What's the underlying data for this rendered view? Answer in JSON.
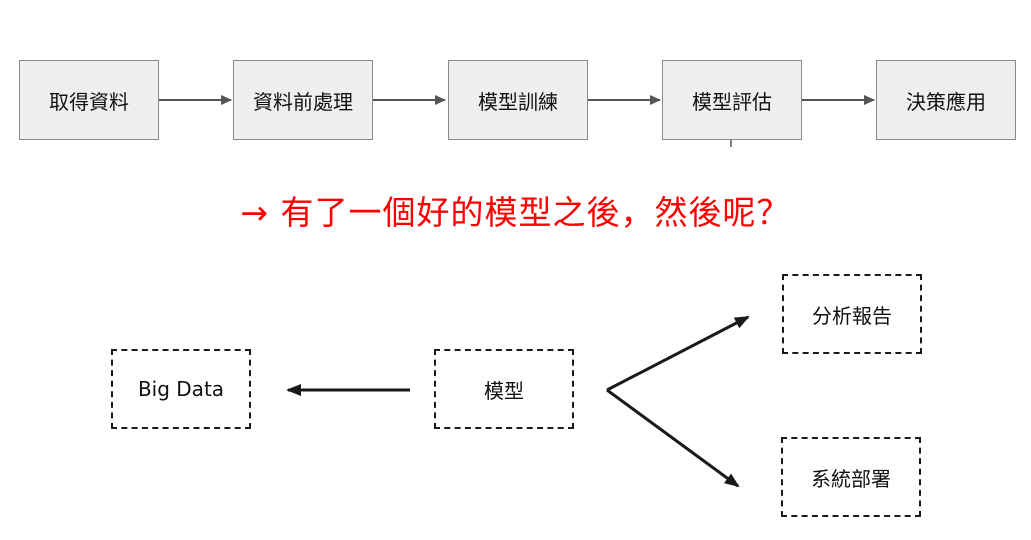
{
  "pipeline": {
    "steps": [
      "取得資料",
      "資料前處理",
      "模型訓練",
      "模型評估",
      "決策應用"
    ]
  },
  "question": "→ 有了一個好的模型之後，然後呢？",
  "lower": {
    "big_data": "Big Data",
    "model": "模型",
    "analysis_report": "分析報告",
    "system_deploy": "系統部署"
  },
  "colors": {
    "question": "#ff0000",
    "step_fill": "#efefef",
    "step_border": "#8a8a8a",
    "arrow_gray": "#555555",
    "arrow_dark": "#1a1a1a"
  }
}
